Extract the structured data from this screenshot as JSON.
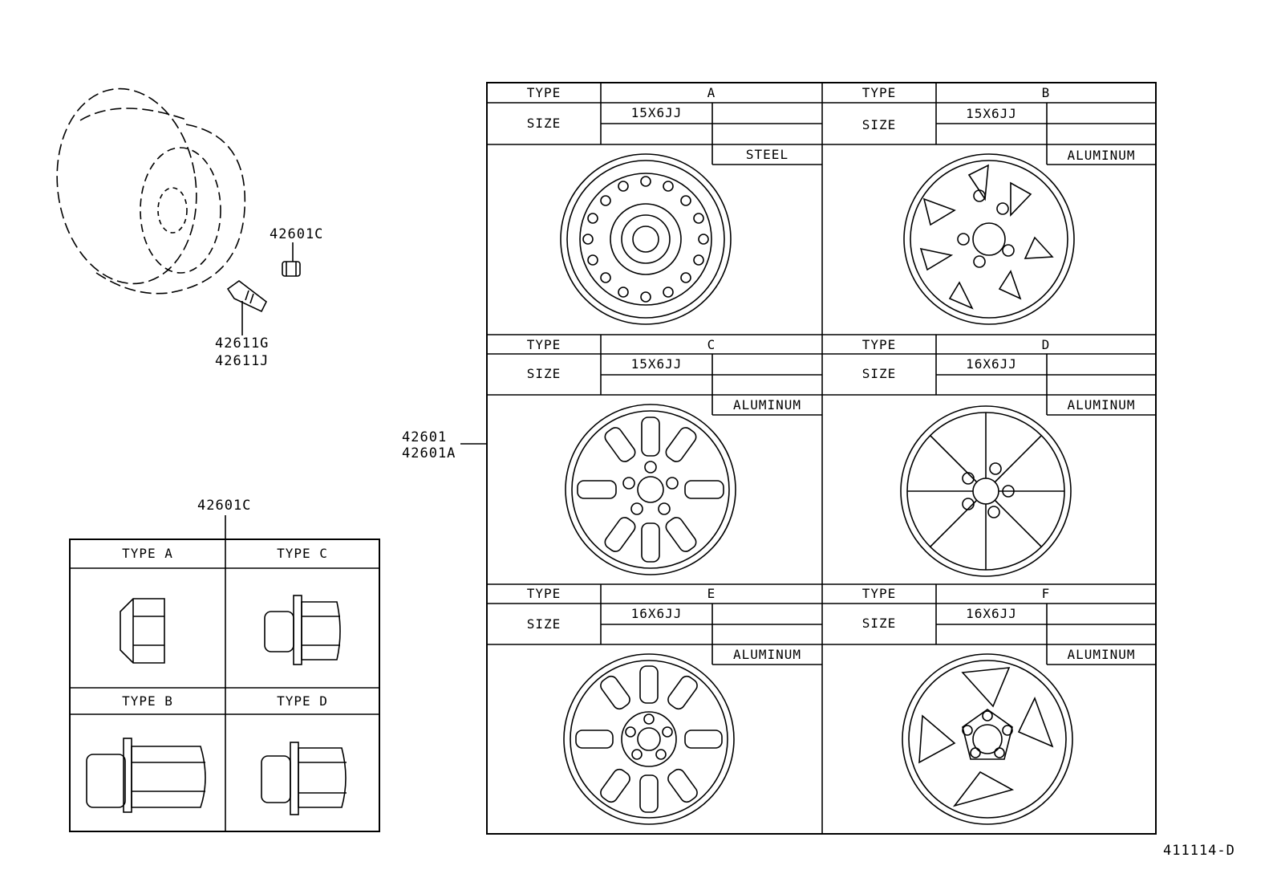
{
  "callouts": {
    "valve_cap": "42601C",
    "valve_1": "42611G",
    "valve_2": "42611J",
    "wheel_1": "42601",
    "wheel_2": "42601A",
    "nut_group": "42601C",
    "drawing_no": "411114-D"
  },
  "nut_table": [
    {
      "label": "TYPE A"
    },
    {
      "label": "TYPE C"
    },
    {
      "label": "TYPE B"
    },
    {
      "label": "TYPE D"
    }
  ],
  "wheel_table": {
    "type_header": "TYPE",
    "size_header": "SIZE",
    "wheels": [
      {
        "type": "A",
        "size": "15X6JJ",
        "material": "STEEL"
      },
      {
        "type": "B",
        "size": "15X6JJ",
        "material": "ALUMINUM"
      },
      {
        "type": "C",
        "size": "15X6JJ",
        "material": "ALUMINUM"
      },
      {
        "type": "D",
        "size": "16X6JJ",
        "material": "ALUMINUM"
      },
      {
        "type": "E",
        "size": "16X6JJ",
        "material": "ALUMINUM"
      },
      {
        "type": "F",
        "size": "16X6JJ",
        "material": "ALUMINUM"
      }
    ]
  }
}
